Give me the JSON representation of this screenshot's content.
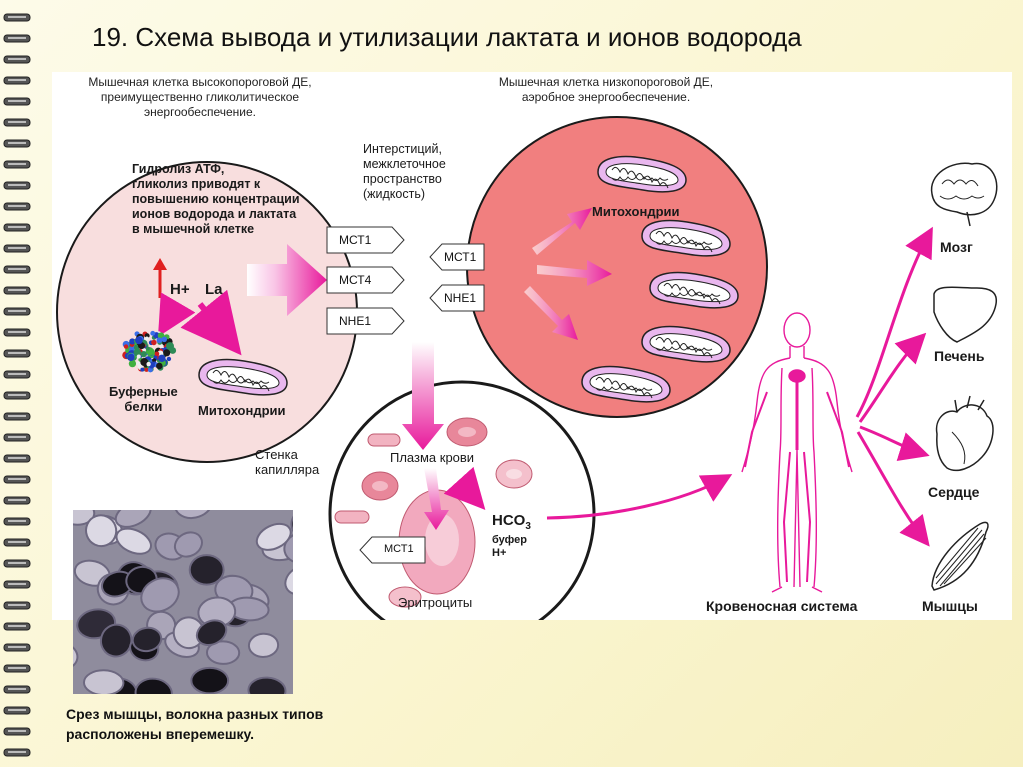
{
  "title": "19. Схема вывода и утилизации лактата и ионов водорода",
  "left_cell": {
    "caption": [
      "Мышечная клетка высокопороговой ДЕ,",
      "преимущественно гликолитическое",
      "энергообеспечение."
    ],
    "text": [
      "Гидролиз АТФ,",
      "гликолиз приводят к",
      "повышению концентрации",
      "ионов водорода и лактата",
      "в мышечной клетке"
    ],
    "h_label": "H+",
    "la_label": "La",
    "buffer_label": [
      "Буферные",
      "белки"
    ],
    "mito_label": "Митохондрии"
  },
  "interstitium": {
    "label": [
      "Интерстиций,",
      "межклеточное",
      "пространство",
      "(жидкость)"
    ],
    "transporters_left": [
      "МСТ1",
      "МСТ4",
      "NHE1"
    ],
    "transporters_right": [
      "МСТ1",
      "NHE1"
    ]
  },
  "right_cell": {
    "caption": [
      "Мышечная клетка низкопороговой ДЕ,",
      "аэробное энергообеспечение."
    ],
    "mito_label": "Митохондрии"
  },
  "capillary": {
    "wall_label": [
      "Стенка",
      "капилляра"
    ],
    "plasma_label": "Плазма крови",
    "hco3_label": "HCO",
    "hco3_sub": "3",
    "buffer_label": [
      "буфер",
      "H+"
    ],
    "mct_label": "МСТ1",
    "erythrocytes_label": "Эритроциты"
  },
  "circulation_label": "Кровеносная система",
  "organs": [
    "Мозг",
    "Печень",
    "Сердце",
    "Мышцы"
  ],
  "photo_caption": [
    "Срез мышцы, волокна разных типов",
    "расположены вперемешку."
  ],
  "colors": {
    "magenta": "#e8199b",
    "left_cell": "#f8dede",
    "right_cell": "#f17f7f",
    "mito": "#e9b7ee"
  }
}
